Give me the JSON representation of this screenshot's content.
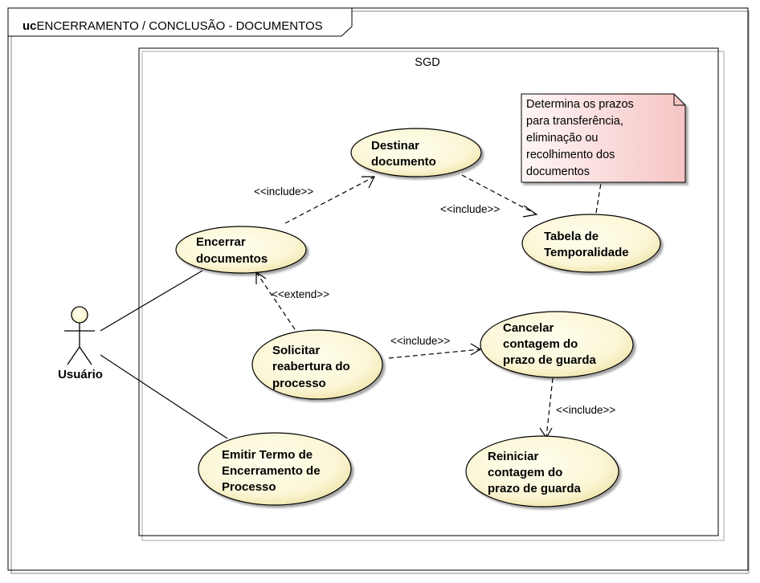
{
  "diagram": {
    "frame_keyword": "uc",
    "frame_title": "ENCERRAMENTO / CONCLUSÃO - DOCUMENTOS",
    "system_boundary": "SGD",
    "actor": {
      "name": "Usuário"
    },
    "use_cases": {
      "destinar": [
        "Destinar",
        "documento"
      ],
      "tabela": [
        "Tabela de",
        "Temporalidade"
      ],
      "encerrar": [
        "Encerrar",
        "documentos"
      ],
      "solicitar": [
        "Solicitar",
        "reabertura do",
        "processo"
      ],
      "cancelar": [
        "Cancelar",
        "contagem do",
        "prazo de guarda"
      ],
      "reiniciar": [
        "Reiniciar",
        "contagem do",
        "prazo de guarda"
      ],
      "emitir": [
        "Emitir Termo de",
        "Encerramento de",
        "Processo"
      ]
    },
    "note": [
      "Determina os prazos",
      "para transferência,",
      "eliminação ou",
      "recolhimento dos",
      "documentos"
    ],
    "relationships": {
      "encerrar_destinar": "<<include>>",
      "destinar_tabela": "<<include>>",
      "solicitar_encerrar": "<<extend>>",
      "solicitar_cancelar": "<<include>>",
      "cancelar_reiniciar": "<<include>>"
    },
    "colors": {
      "use_case_fill_light": "#ffffee",
      "use_case_fill_dark": "#f3eab8",
      "note_fill_light": "#fff5f5",
      "note_fill_dark": "#f8c8c8",
      "line": "#000000"
    }
  }
}
